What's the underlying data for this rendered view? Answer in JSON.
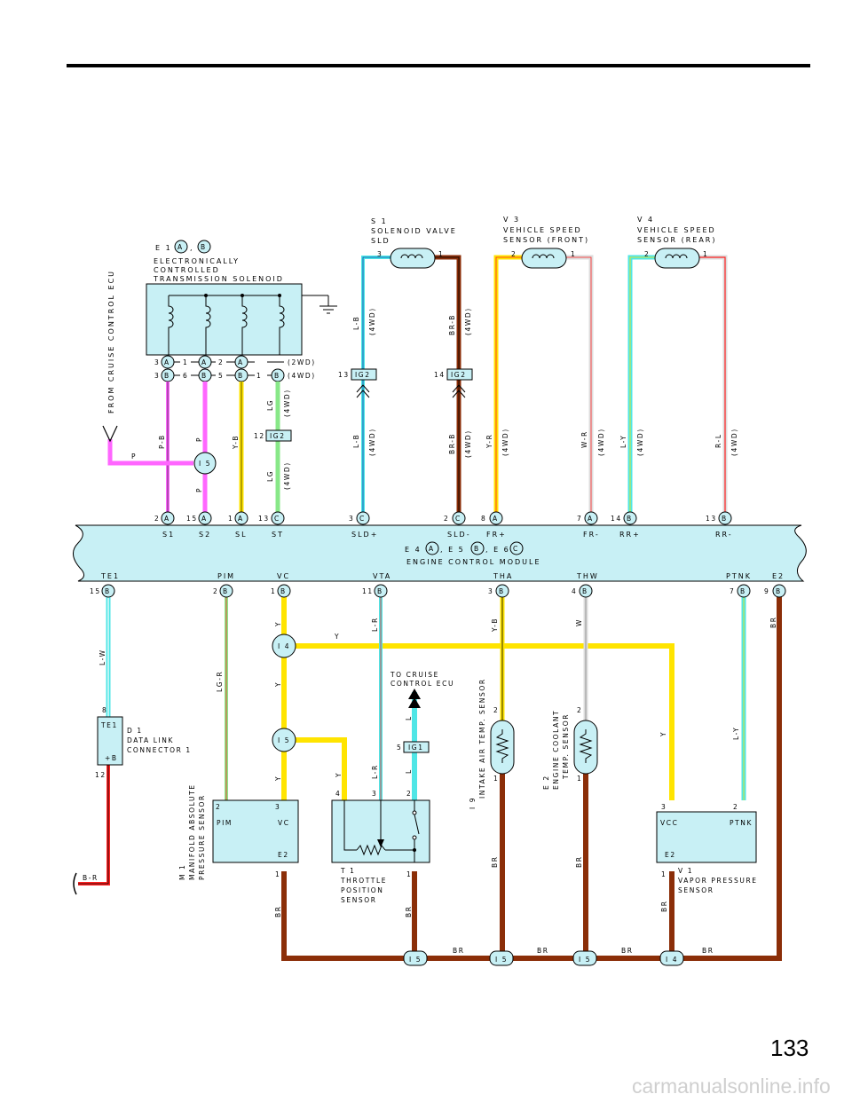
{
  "page_number": "133",
  "watermark": "carmanualsonline.info",
  "ecm": {
    "label": "ENGINE CONTROL MODULE",
    "code": "E 4",
    "code2": ", E 5",
    "code3": ", E 6",
    "conn_a": "A",
    "conn_b": "B",
    "conn_c": "C"
  },
  "solenoid": {
    "code": "E 1",
    "conn_a": "A",
    "conn_sep": ",",
    "conn_b": "B",
    "name1": "ELECTRONICALLY",
    "name2": "CONTROLLED",
    "name3": "TRANSMISSION SOLENOID",
    "row_2wd": "(2WD)",
    "row_4wd": "(4WD)"
  },
  "sld": {
    "code": "S 1",
    "name1": "SOLENOID VALVE",
    "name2": "SLD"
  },
  "v3": {
    "code": "V 3",
    "name1": "VEHICLE SPEED",
    "name2": "SENSOR (FRONT)"
  },
  "v4": {
    "code": "V 4",
    "name1": "VEHICLE SPEED",
    "name2": "SENSOR (REAR)"
  },
  "from_cruise": "FROM CRUISE CONTROL ECU",
  "to_cruise1": "TO CRUISE",
  "to_cruise2": "CONTROL ECU",
  "d1": {
    "code": "D 1",
    "name1": "DATA LINK",
    "name2": "CONNECTOR 1",
    "pin_te1": "TE1",
    "pin_b": "+B"
  },
  "m1": {
    "code": "M 1",
    "name1": "MANIFOLD ABSOLUTE",
    "name2": "PRESSURE SENSOR",
    "pin_pim": "PIM",
    "pin_vc": "VC",
    "pin_e2": "E2"
  },
  "t1": {
    "code": "T 1",
    "name1": "THROTTLE",
    "name2": "POSITION",
    "name3": "SENSOR"
  },
  "i9": {
    "code": "I 9",
    "name1": "INTAKE AIR TEMP. SENSOR"
  },
  "e2s": {
    "code": "E 2",
    "name1": "ENGINE COOLANT",
    "name2": "TEMP. SENSOR"
  },
  "v1": {
    "code": "V 1",
    "name1": "VAPOR PRESSURE",
    "name2": "SENSOR",
    "pin_vcc": "VCC",
    "pin_ptnk": "PTNK",
    "pin_e2": "E2"
  },
  "junctions": {
    "i5": "I 5",
    "i4": "I 4",
    "ig2": "IG2",
    "ig1": "IG1"
  },
  "tag_4wd": "(4WD)",
  "top_terminals": [
    "S1",
    "S2",
    "SL",
    "ST",
    "SLD+",
    "SLD-",
    "FR+",
    "FR-",
    "RR+",
    "RR-"
  ],
  "bottom_terminals": [
    "TE1",
    "PIM",
    "VC",
    "VTA",
    "THA",
    "THW",
    "PTNK",
    "E2"
  ],
  "wire_colors": [
    "P",
    "P-B",
    "Y-B",
    "LG",
    "L-B",
    "BR-B",
    "Y-R",
    "W-R",
    "L-Y",
    "R-L",
    "L-W",
    "LG-R",
    "Y",
    "L-R",
    "L",
    "Y-B",
    "W",
    "BR",
    "B-R"
  ],
  "pins": [
    "1",
    "2",
    "3",
    "4",
    "5",
    "6",
    "7",
    "8",
    "9",
    "11",
    "12",
    "13",
    "14",
    "15"
  ],
  "colors": {
    "pink": "#ff66ff",
    "yellow": "#ffe400",
    "brown": "#8b2e08",
    "cyan": "#4fe6e6",
    "green": "#88e888",
    "red": "#ff2222",
    "panel": "#c8f0f5"
  }
}
